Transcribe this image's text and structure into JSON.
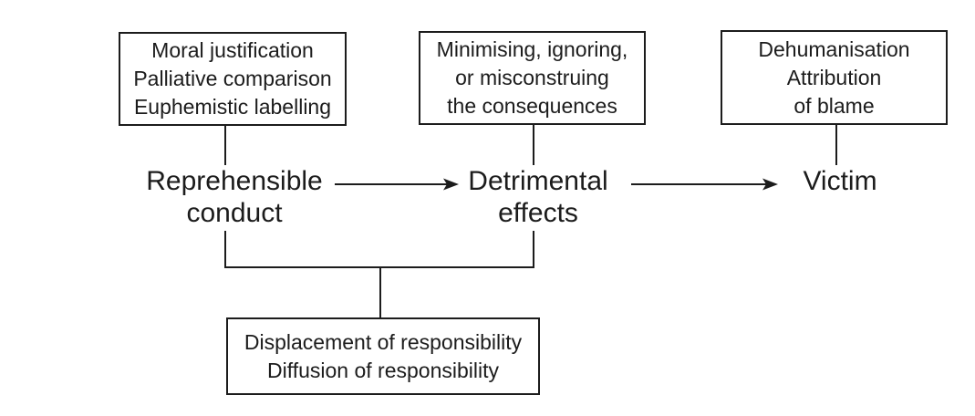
{
  "diagram": {
    "background": "#ffffff",
    "line_color": "#1c1c1c",
    "text_color": "#1c1c1c",
    "boxes": {
      "moral": {
        "lines": [
          "Moral justification",
          "Palliative comparison",
          "Euphemistic labelling"
        ]
      },
      "consequences": {
        "lines": [
          "Minimising, ignoring,",
          "or misconstruing",
          "the consequences"
        ]
      },
      "dehumanisation": {
        "lines": [
          "Dehumanisation",
          "Attribution",
          "of blame"
        ]
      },
      "responsibility": {
        "lines": [
          "Displacement of responsibility",
          "Diffusion of responsibility"
        ]
      }
    },
    "nodes": {
      "reprehensible": {
        "lines": [
          "Reprehensible",
          "conduct"
        ]
      },
      "detrimental": {
        "lines": [
          "Detrimental",
          "effects"
        ]
      },
      "victim": {
        "lines": [
          "Victim"
        ]
      }
    }
  }
}
